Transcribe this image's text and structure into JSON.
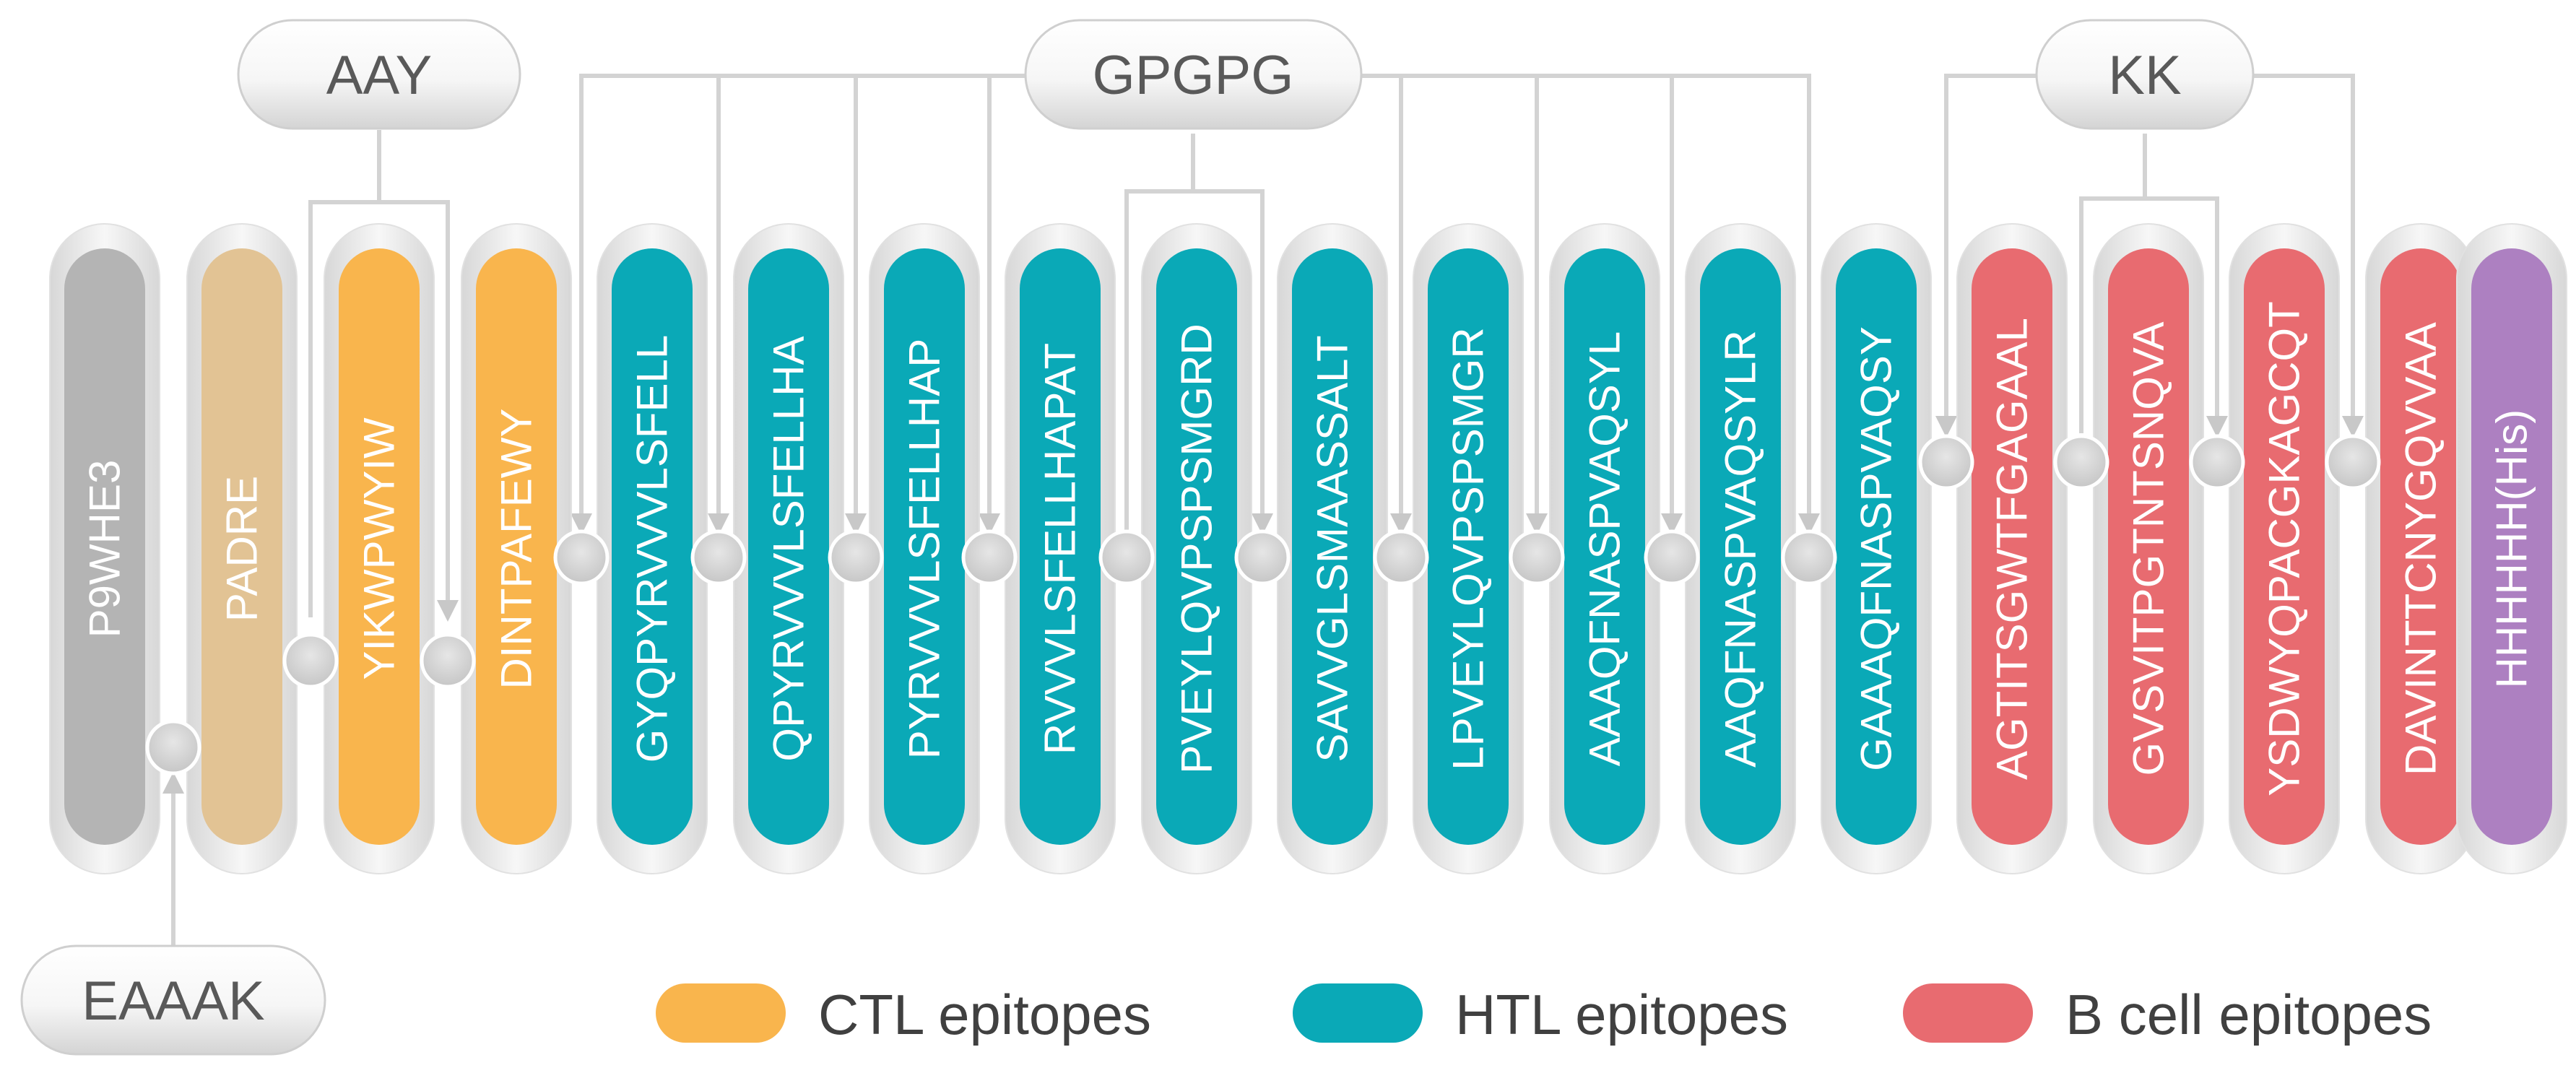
{
  "colors": {
    "adjuvant": "#b4b4b4",
    "padre": "#e2c394",
    "ctl": "#f9b54d",
    "htl": "#0aa9b7",
    "bcell": "#e86b70",
    "tag": "#ad80c1",
    "linker_node": "#d2d2d2",
    "connector": "#d3d3d3"
  },
  "linkers": {
    "aay": "AAY",
    "gpgpg": "GPGPG",
    "kk": "KK",
    "eaaak": "EAAAK"
  },
  "peptides": [
    {
      "label": "P9WHE3",
      "type": "adjuvant"
    },
    {
      "label": "PADRE",
      "type": "padre"
    },
    {
      "label": "YIKWPWYIW",
      "type": "ctl"
    },
    {
      "label": "DINTPAFEWY",
      "type": "ctl"
    },
    {
      "label": "GYQPYRVVVLSFELL",
      "type": "htl"
    },
    {
      "label": "QPYRVVVLSFELLHA",
      "type": "htl"
    },
    {
      "label": "PYRVVVLSFELLHAP",
      "type": "htl"
    },
    {
      "label": "RVVVLSFELLHAPAT",
      "type": "htl"
    },
    {
      "label": "PVEYLQVPSPSMGRD",
      "type": "htl"
    },
    {
      "label": "SAVVGLSMAASSALT",
      "type": "htl"
    },
    {
      "label": "LPVEYLQVPSPSMGR",
      "type": "htl"
    },
    {
      "label": "AAAQFNASPVAQSYL",
      "type": "htl"
    },
    {
      "label": "AAQFNASPVAQSYLR",
      "type": "htl"
    },
    {
      "label": "GAAAQFNASPVAQSY",
      "type": "htl"
    },
    {
      "label": "AGTITSGWTFGAGAAL",
      "type": "bcell"
    },
    {
      "label": "GVSVITPGTNTSNQVA",
      "type": "bcell"
    },
    {
      "label": "YSDWYQPACGKAGCQT",
      "type": "bcell"
    },
    {
      "label": "DAVINTTCNYGQVVAA",
      "type": "bcell"
    },
    {
      "label": "HHHHHH(His)",
      "type": "tag"
    }
  ],
  "legend": [
    {
      "label": "CTL epitopes",
      "type": "ctl"
    },
    {
      "label": "HTL epitopes",
      "type": "htl"
    },
    {
      "label": "B cell epitopes",
      "type": "bcell"
    }
  ]
}
